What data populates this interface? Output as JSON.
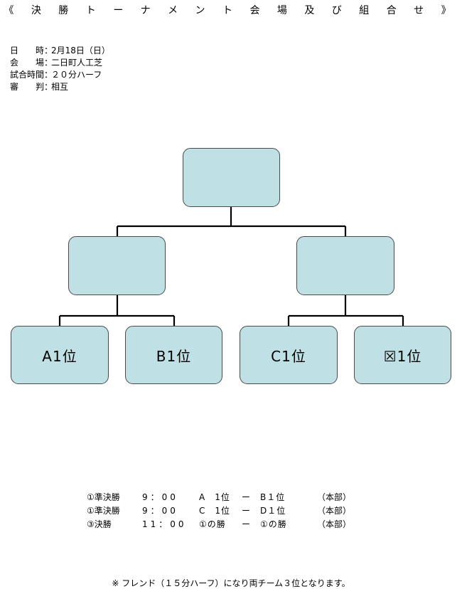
{
  "title": "《 決 勝 ト ー ナ メ ン ト 会 場 及 び 組 合 せ 》",
  "info": [
    {
      "label": "日　時",
      "value": "2月18日（日）"
    },
    {
      "label": "会　場",
      "value": "二日町人工芝"
    },
    {
      "label": "試合時間",
      "value": "２０分ハーフ"
    },
    {
      "label": "審　判",
      "value": "相互"
    }
  ],
  "info_colon": "：",
  "bracket": {
    "final": "",
    "semifinal_left": "",
    "semifinal_right": "",
    "teams": [
      "A1位",
      "B1位",
      "C1位",
      "☒1位"
    ]
  },
  "schedule": [
    {
      "match": "①準決勝",
      "time": "9：00",
      "team_a": "A　1位",
      "dash": "ー",
      "team_b": "B１位",
      "venue": "（本部）"
    },
    {
      "match": "①準決勝",
      "time": "9：00",
      "team_a": "C　1位",
      "dash": "ー",
      "team_b": "D１位",
      "venue": "（本部）"
    },
    {
      "match": "③決勝",
      "time": "11：00",
      "team_a": "①の勝",
      "dash": "ー",
      "team_b": "①の勝",
      "venue": "（本部）"
    }
  ],
  "note": "※ フレンド（１５分ハーフ）になり両チーム３位となります。"
}
